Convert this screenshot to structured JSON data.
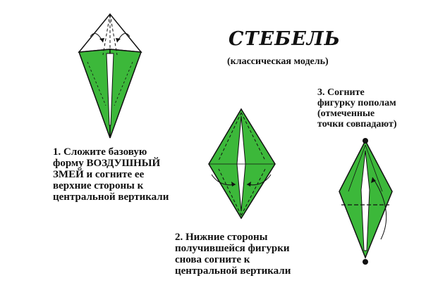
{
  "title": "СТЕБЕЛЬ",
  "subtitle": "(классическая модель)",
  "colors": {
    "paper_green": "#3cb83a",
    "stroke": "#111111"
  },
  "steps": [
    {
      "lines": [
        "1. Сложите базовую",
        "форму ВОЗДУШНЫЙ",
        "ЗМЕЙ и согните ее",
        "верхние стороны к",
        "центральной вертикали"
      ]
    },
    {
      "lines": [
        "2. Нижние стороны",
        "получившейся фигурки",
        "снова согните к",
        "центральной вертикали"
      ]
    },
    {
      "lines": [
        "3. Согните",
        "фигурку пополам",
        "(отмеченные",
        "точки совпадают)"
      ]
    }
  ]
}
